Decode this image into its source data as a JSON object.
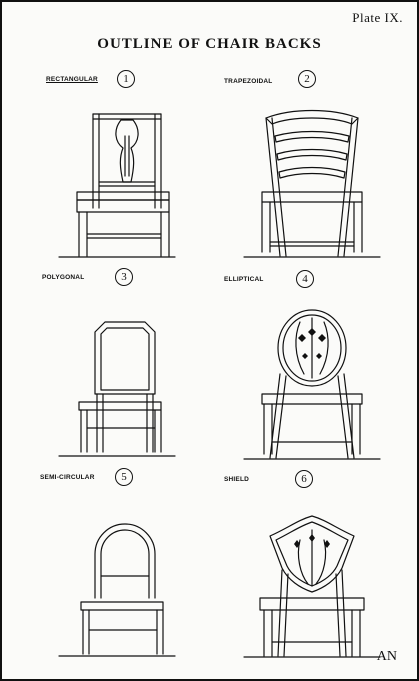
{
  "plate_label": "Plate IX.",
  "title": "OUTLINE OF CHAIR BACKS",
  "monogram": "AN",
  "figures": [
    {
      "number": "1",
      "label": "RECTANGULAR"
    },
    {
      "number": "2",
      "label": "TRAPEZOIDAL"
    },
    {
      "number": "3",
      "label": "POLYGONAL"
    },
    {
      "number": "4",
      "label": "ELLIPTICAL"
    },
    {
      "number": "5",
      "label": "SEMI-CIRCULAR"
    },
    {
      "number": "6",
      "label": "SHIELD"
    }
  ]
}
